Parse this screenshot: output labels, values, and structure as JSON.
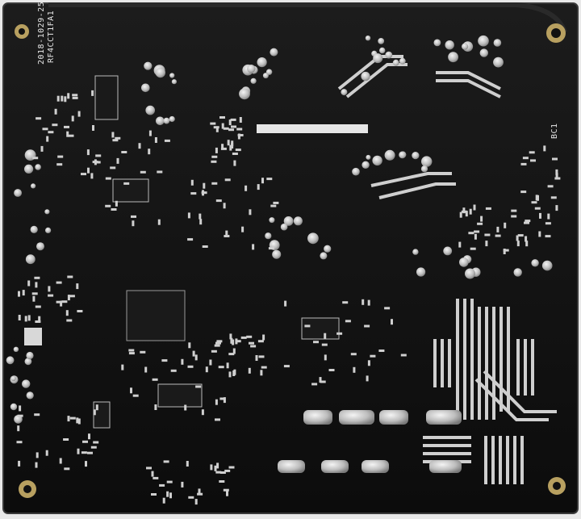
{
  "board": {
    "date_code": "2018-1029-25",
    "part_code": "RF4CCT1FA1",
    "ref_designator": "BC1"
  },
  "colors": {
    "soldermask": "#121212",
    "silkscreen": "#e6e6e6",
    "solder": "#c9c9c9",
    "background": "#e9e9e9"
  }
}
